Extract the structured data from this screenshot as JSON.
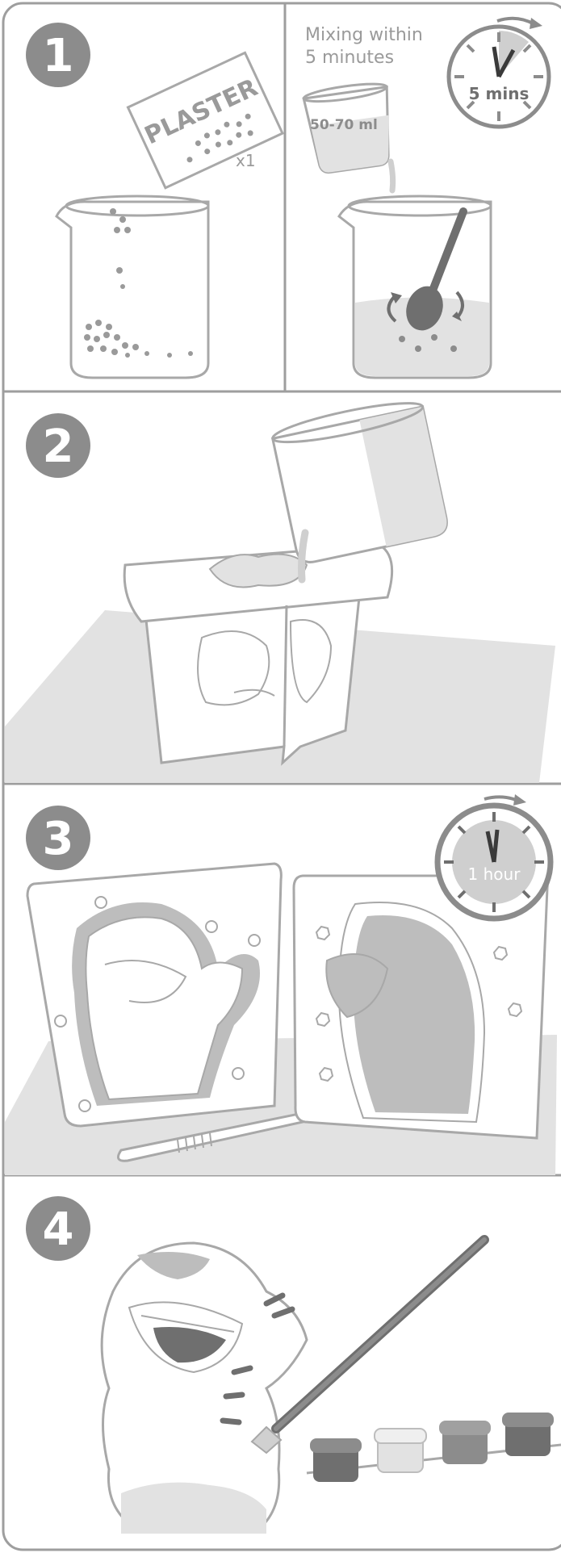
{
  "colors": {
    "frame": "#9e9e9e",
    "badge": "#8c8c8c",
    "line": "#a8a8a8",
    "light_fill": "#e2e2e2",
    "mid_fill": "#bdbdbd",
    "dark_fill": "#6f6f6f",
    "text": "#9a9a9a"
  },
  "steps": [
    {
      "number": "1"
    },
    {
      "number": "2"
    },
    {
      "number": "3"
    },
    {
      "number": "4"
    }
  ],
  "step1": {
    "packet_label": "PLASTER",
    "packet_count": "x1",
    "mixing_line1": "Mixing within",
    "mixing_line2": "5 minutes",
    "water_amount": "50-70 ml",
    "timer_label": "5 mins"
  },
  "step3": {
    "timer_label": "1 hour"
  }
}
